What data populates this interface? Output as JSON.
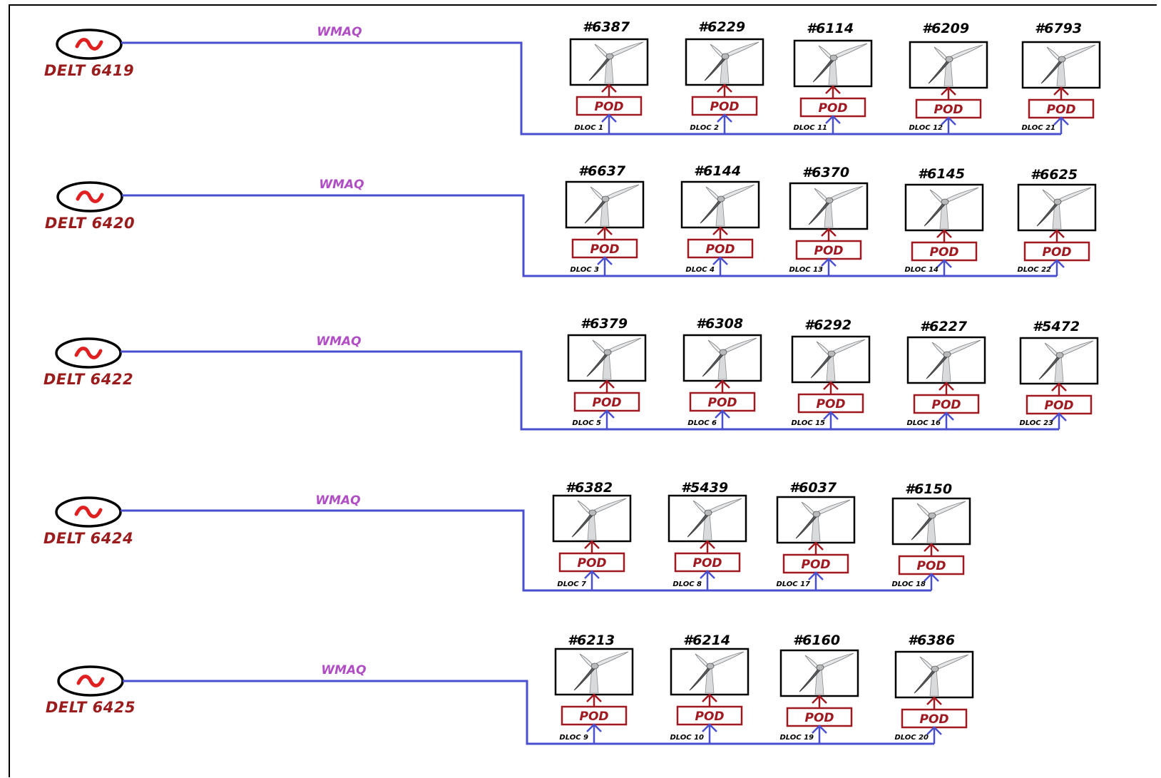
{
  "diagram": {
    "bus_label": "WMAQ",
    "pod_label": "POD",
    "rows": [
      {
        "generator": "DELT 6419",
        "turbines": [
          {
            "id": "#6387",
            "dloc": "DLOC 1"
          },
          {
            "id": "#6229",
            "dloc": "DLOC 2"
          },
          {
            "id": "#6114",
            "dloc": "DLOC 11"
          },
          {
            "id": "#6209",
            "dloc": "DLOC 12"
          },
          {
            "id": "#6793",
            "dloc": "DLOC 21"
          }
        ]
      },
      {
        "generator": "DELT 6420",
        "turbines": [
          {
            "id": "#6637",
            "dloc": "DLOC 3"
          },
          {
            "id": "#6144",
            "dloc": "DLOC 4"
          },
          {
            "id": "#6370",
            "dloc": "DLOC 13"
          },
          {
            "id": "#6145",
            "dloc": "DLOC 14"
          },
          {
            "id": "#6625",
            "dloc": "DLOC 22"
          }
        ]
      },
      {
        "generator": "DELT 6422",
        "turbines": [
          {
            "id": "#6379",
            "dloc": "DLOC 5"
          },
          {
            "id": "#6308",
            "dloc": "DLOC 6"
          },
          {
            "id": "#6292",
            "dloc": "DLOC 15"
          },
          {
            "id": "#6227",
            "dloc": "DLOC 16"
          },
          {
            "id": "#5472",
            "dloc": "DLOC 23"
          }
        ]
      },
      {
        "generator": "DELT 6424",
        "turbines": [
          {
            "id": "#6382",
            "dloc": "DLOC 7"
          },
          {
            "id": "#5439",
            "dloc": "DLOC 8"
          },
          {
            "id": "#6037",
            "dloc": "DLOC 17"
          },
          {
            "id": "#6150",
            "dloc": "DLOC 18"
          }
        ]
      },
      {
        "generator": "DELT 6425",
        "turbines": [
          {
            "id": "#6213",
            "dloc": "DLOC 9"
          },
          {
            "id": "#6214",
            "dloc": "DLOC 10"
          },
          {
            "id": "#6160",
            "dloc": "DLOC 19"
          },
          {
            "id": "#6386",
            "dloc": "DLOC 20"
          }
        ]
      }
    ],
    "colors": {
      "bus_line": "#4a4fd0",
      "generator_label": "#9b1c1c",
      "generator_symbol": "#e02020",
      "pod": "#a01820",
      "bus_label": "#b04cc4"
    }
  }
}
